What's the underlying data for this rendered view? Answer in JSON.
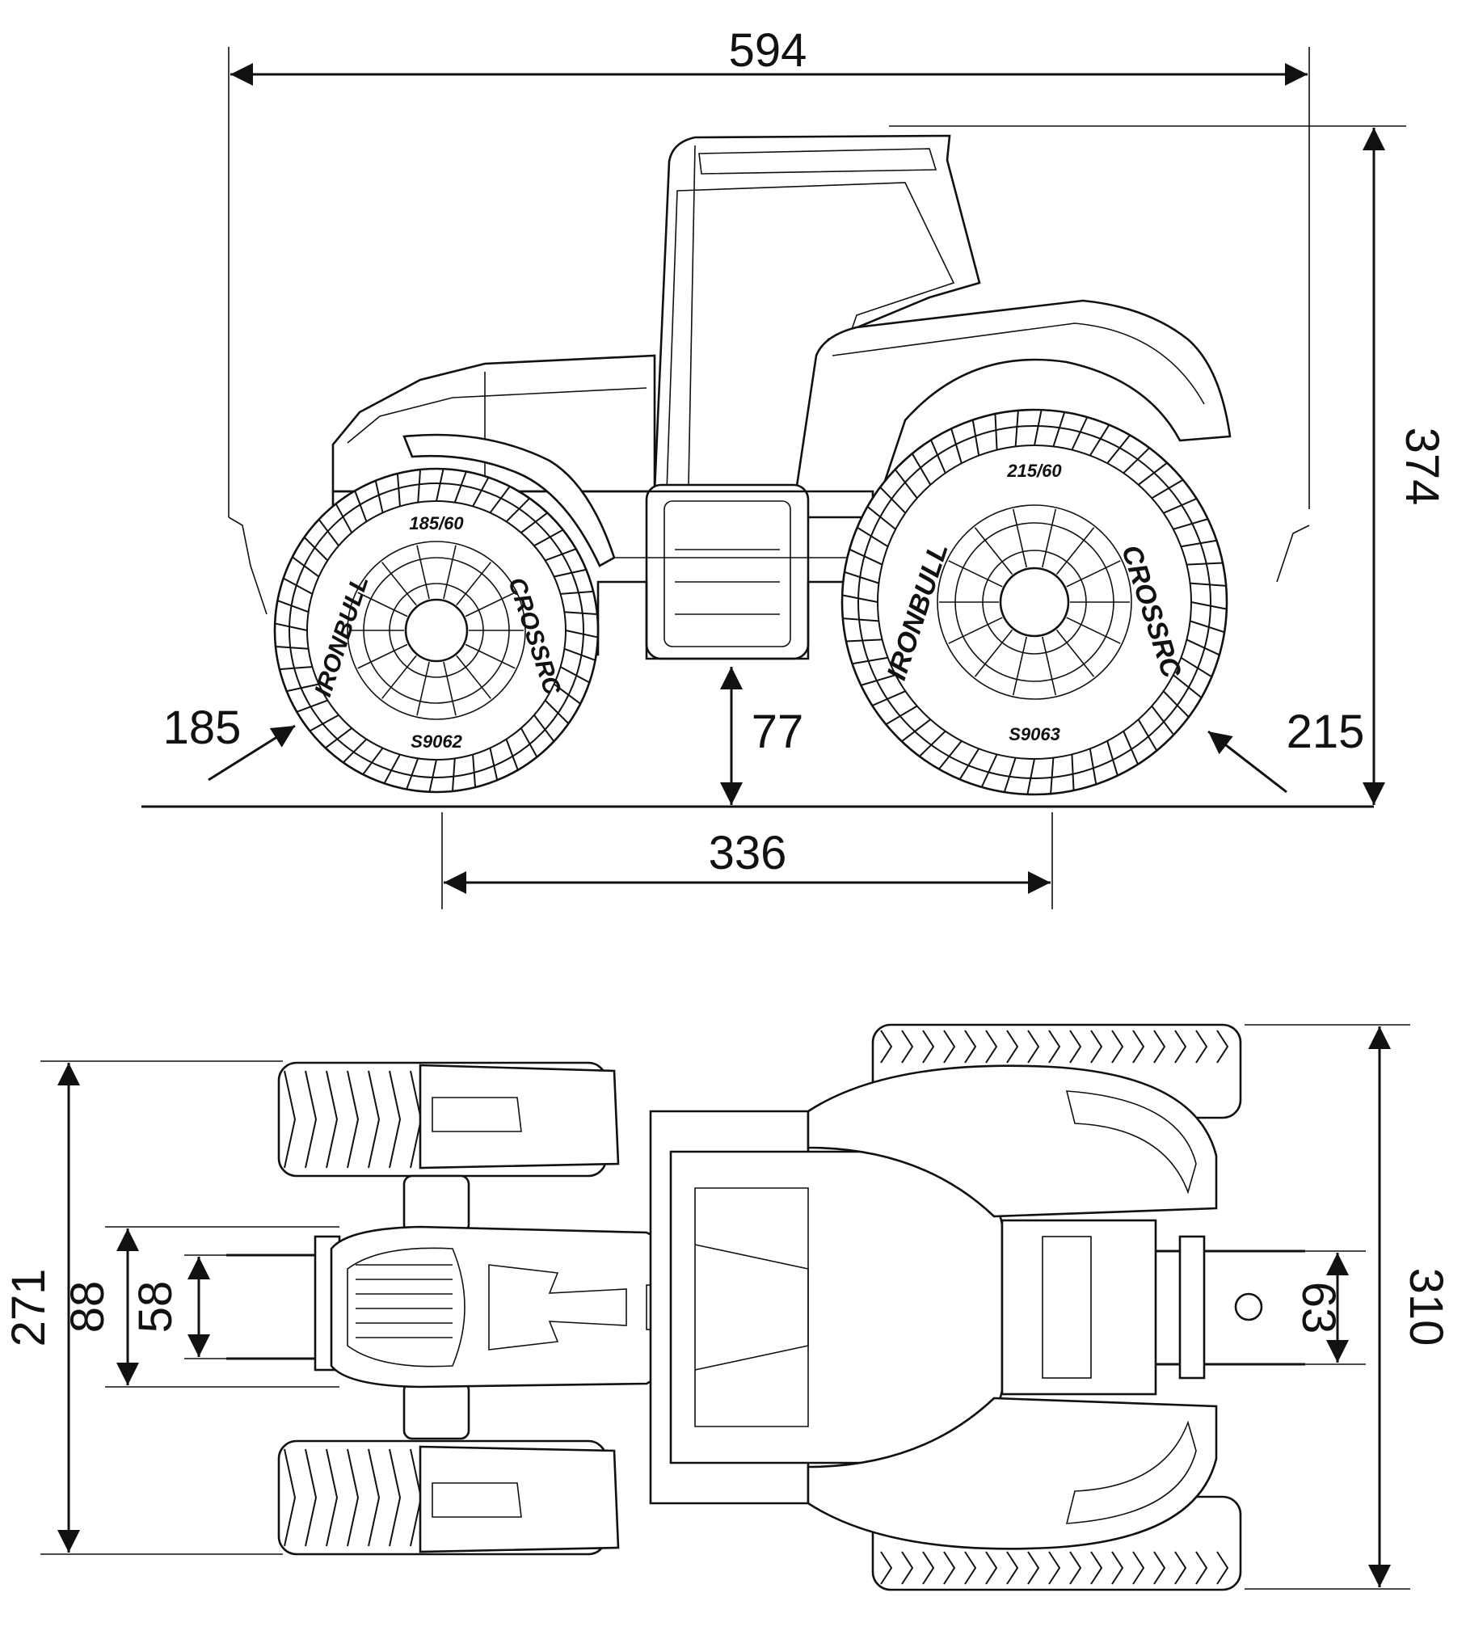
{
  "side_view": {
    "overall_length": "594",
    "overall_height": "374",
    "ground_clearance": "77",
    "wheelbase": "336",
    "front_tire_size": "185",
    "rear_tire_size": "215",
    "tire_brand": "IRONBULL",
    "tire_model": "CROSSRC",
    "front_tire_sidewall_size": "185/60",
    "rear_tire_sidewall_size": "215/60",
    "front_tire_code": "S9062",
    "rear_tire_code": "S9063"
  },
  "top_view": {
    "front_track_width": "271",
    "front_axle_width": "88",
    "front_hitch_width": "58",
    "rear_hitch_width": "63",
    "overall_width": "310"
  }
}
